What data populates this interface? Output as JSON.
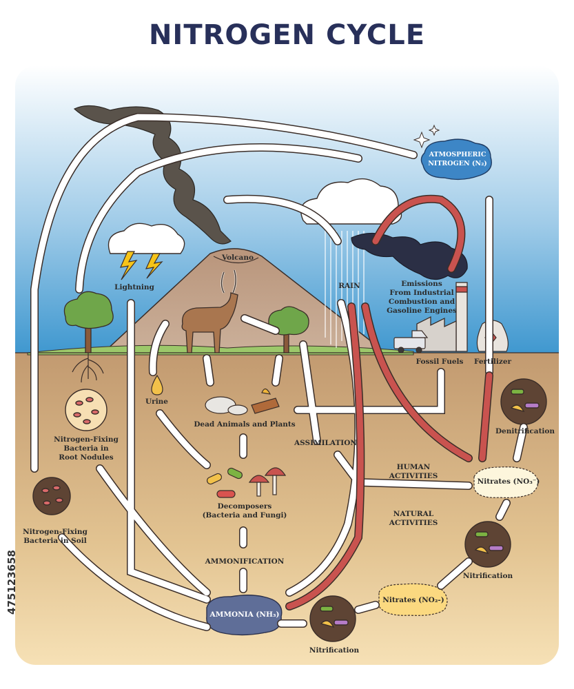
{
  "title": "NITROGEN CYCLE",
  "labels": {
    "volcano": "Volcano",
    "lightning": "Lightning",
    "rain": "RAIN",
    "emissions": [
      "Emissions",
      "From Industrial",
      "Combustion and",
      "Gasoline Engines"
    ],
    "atmospheric": [
      "ATMOSPHERIC",
      "NITROGEN (N₂)"
    ],
    "fossil_fuels": "Fossil Fuels",
    "fertilizer": "Fertilizer",
    "urine": "Urine",
    "dead_animals": "Dead Animals and Plants",
    "assimilation": "ASSIMILATION",
    "root_nodules": [
      "Nitrogen-Fixing",
      "Bacteria in",
      "Root Nodules"
    ],
    "soil_bacteria": [
      "Nitrogen-Fixing",
      "Bacteria in Soil"
    ],
    "decomposers": [
      "Decomposers",
      "(Bacteria and Fungi)"
    ],
    "ammonification": "AMMONIFICATION",
    "ammonia": "AMMONIA (NH₃)",
    "nitrification_bottom": "Nitrification",
    "nitrites": "Nitrates (NO₂-)",
    "nitrification_right": "Nitrification",
    "nitrates": "Nitrates (NO₃⁻)",
    "denitrification": "Denitrification",
    "human_activities": [
      "HUMAN",
      "ACTIVITIES"
    ],
    "natural_activities": [
      "NATURAL",
      "ACTIVITIES"
    ]
  },
  "watermark_id": "475123658",
  "colors": {
    "title": "#28305a",
    "sky_top": "#ffffff",
    "sky_bottom": "#3e97cf",
    "soil_top": "#c7a178",
    "soil_bottom": "#f6dfb3",
    "arrow_white": "#ffffff",
    "arrow_red": "#c9534f",
    "nitrogen_bubble": "#3d86c6",
    "ammonia_bubble": "#5f6e98",
    "nitrate_bubble": "#fbd980",
    "smoke": "#555048"
  }
}
